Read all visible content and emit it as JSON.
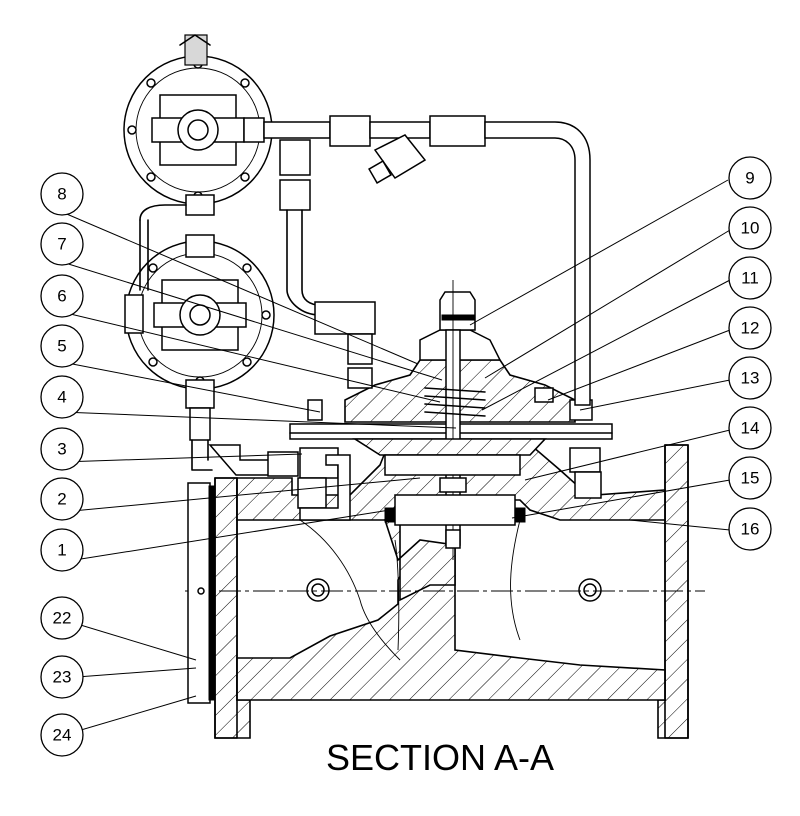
{
  "section_title": "SECTION A-A",
  "callouts": [
    {
      "number": "1"
    },
    {
      "number": "2"
    },
    {
      "number": "3"
    },
    {
      "number": "4"
    },
    {
      "number": "5"
    },
    {
      "number": "6"
    },
    {
      "number": "7"
    },
    {
      "number": "8"
    },
    {
      "number": "9"
    },
    {
      "number": "10"
    },
    {
      "number": "11"
    },
    {
      "number": "12"
    },
    {
      "number": "13"
    },
    {
      "number": "14"
    },
    {
      "number": "15"
    },
    {
      "number": "16"
    },
    {
      "number": "22"
    },
    {
      "number": "23"
    },
    {
      "number": "24"
    }
  ]
}
